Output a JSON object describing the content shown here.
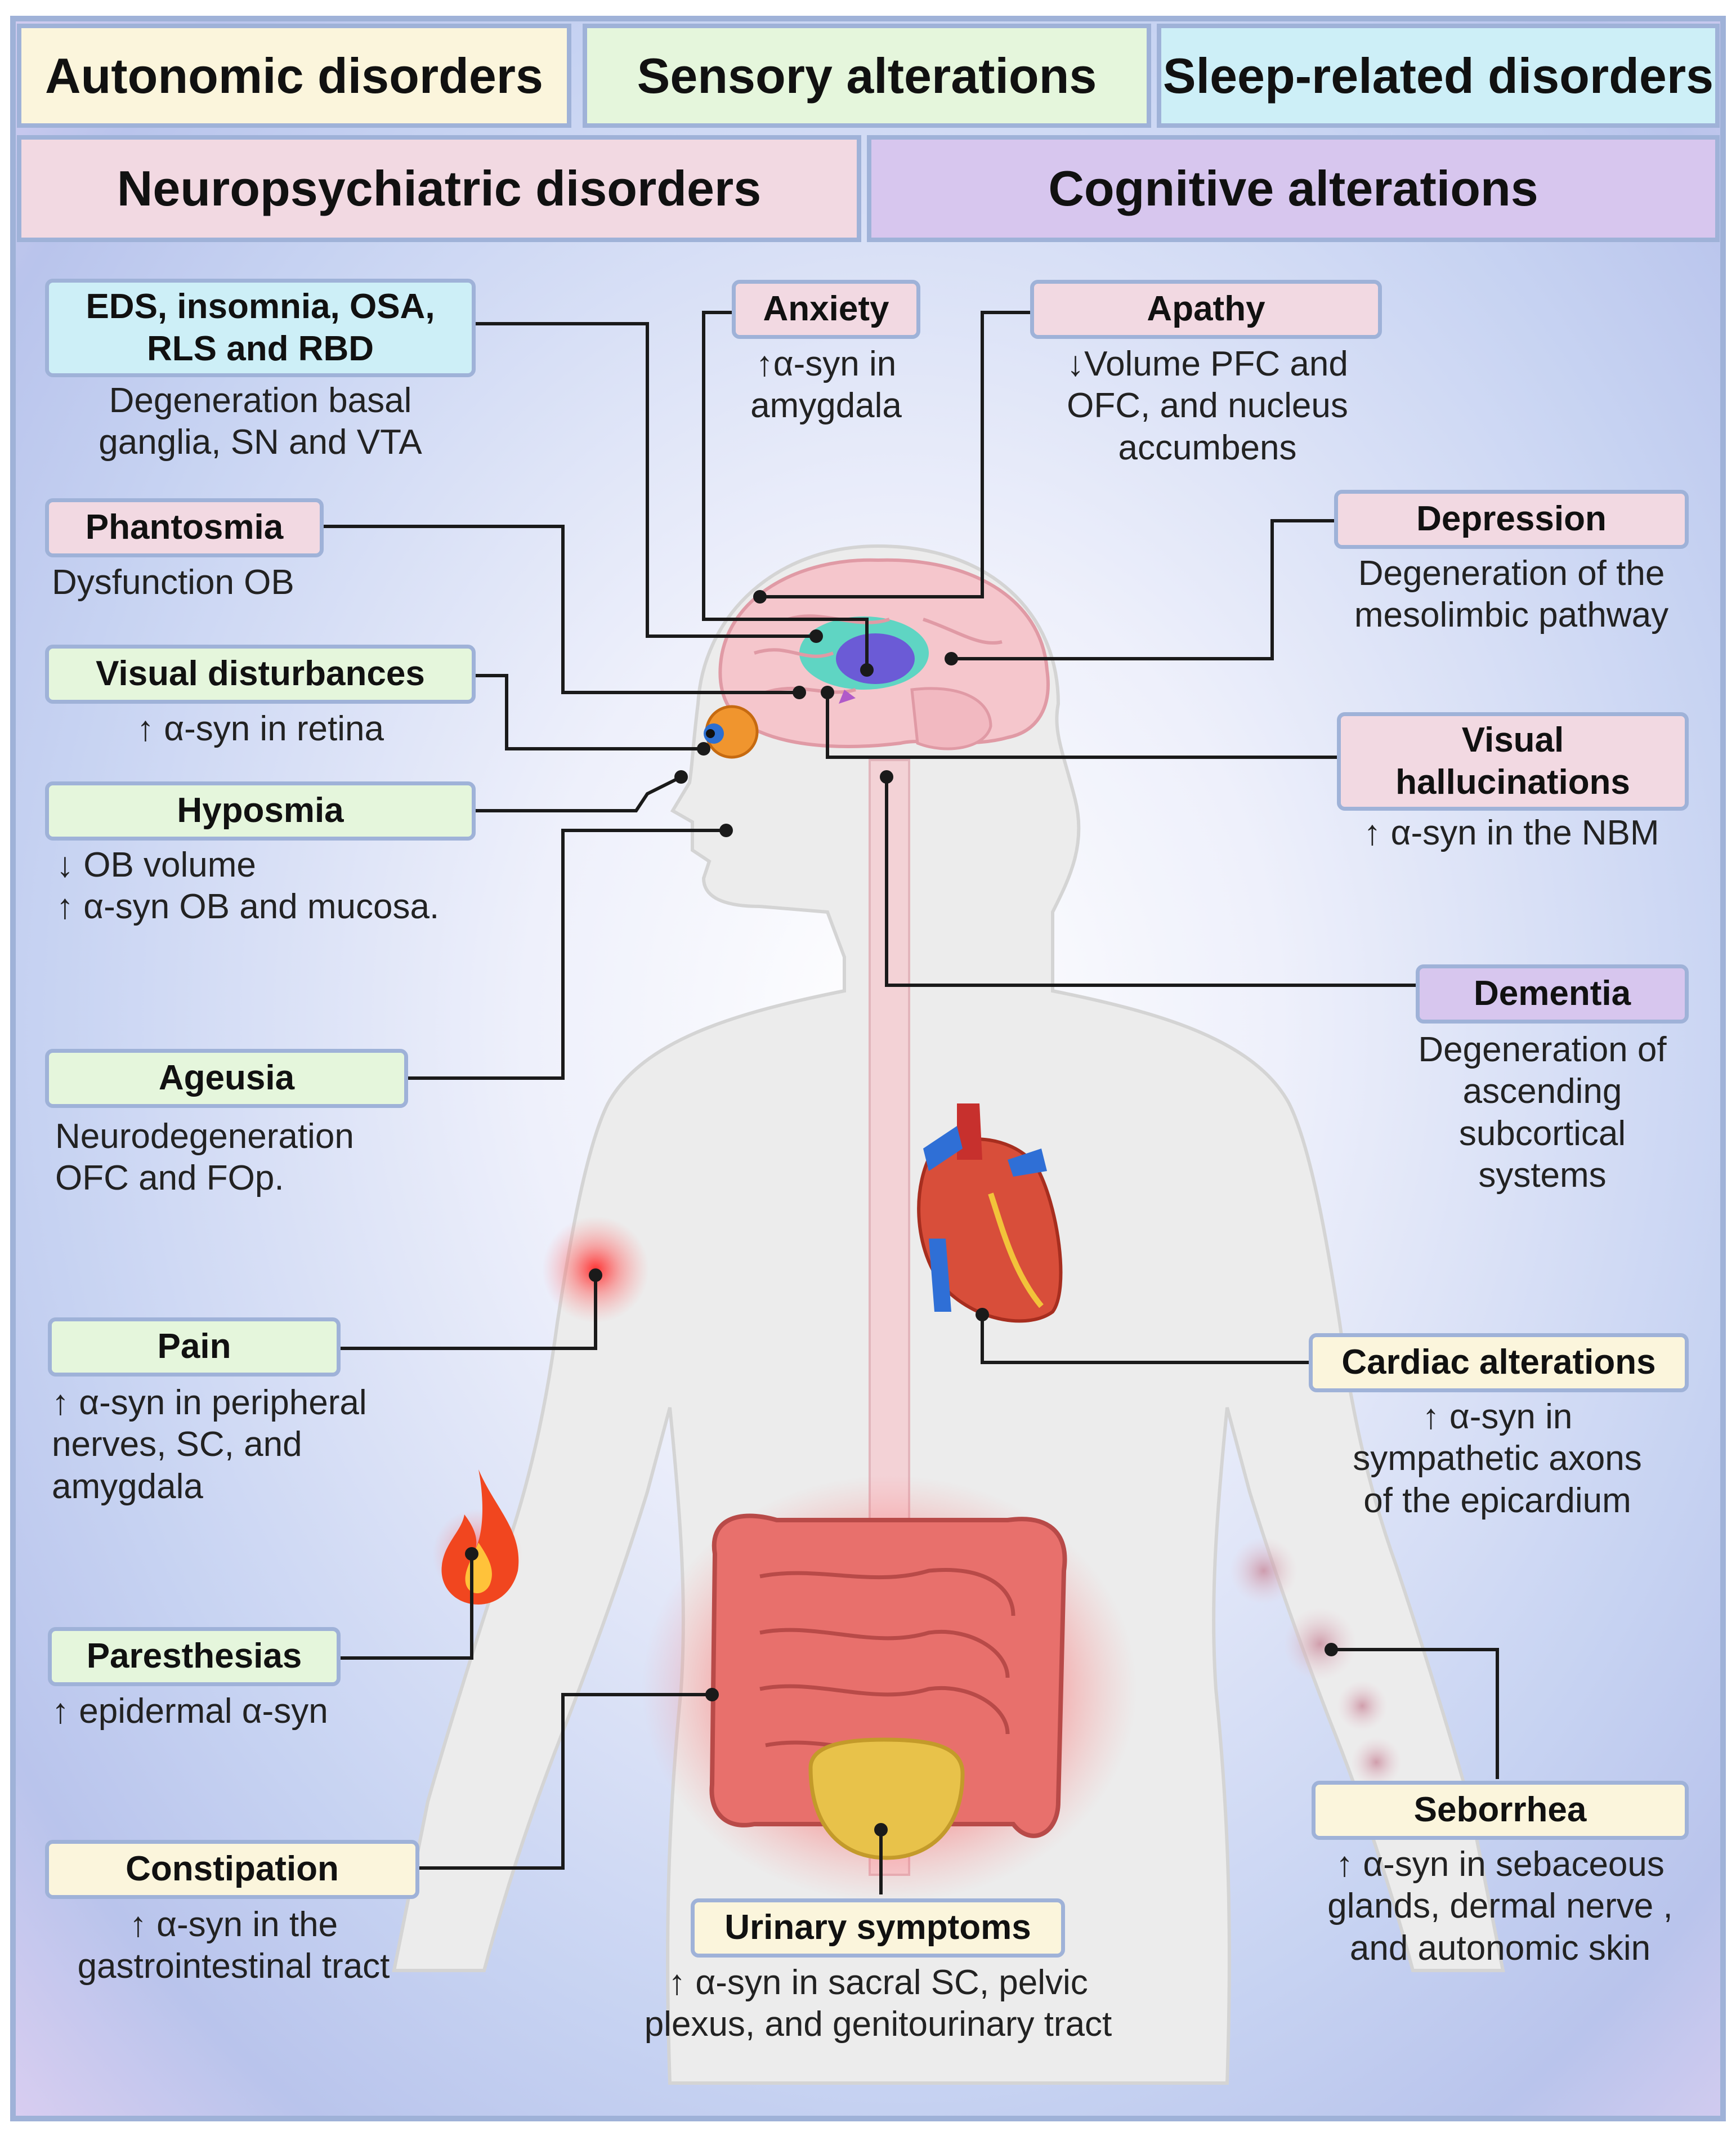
{
  "categories": {
    "autonomic": "Autonomic disorders",
    "sensory": "Sensory alterations",
    "sleep": "Sleep-related disorders",
    "neuropsychiatric": "Neuropsychiatric disorders",
    "cognitive": "Cognitive alterations"
  },
  "colors": {
    "autonomic": "#fbf5dc",
    "sensory": "#e5f6dc",
    "sleep": "#cdeff7",
    "neuropsychiatric": "#f2d9e2",
    "cognitive": "#d7c6ee",
    "border": "#9fb2d8"
  },
  "symptoms": {
    "eds": {
      "title": "EDS, insomnia, OSA,\nRLS and RBD",
      "desc": "Degeneration basal\nganglia, SN and VTA"
    },
    "phantosmia": {
      "title": "Phantosmia",
      "desc": "Dysfunction  OB"
    },
    "visual": {
      "title": "Visual disturbances",
      "desc": "↑ α-syn in retina"
    },
    "hyposmia": {
      "title": "Hyposmia",
      "desc": "↓ OB volume\n↑ α-syn OB and mucosa."
    },
    "ageusia": {
      "title": "Ageusia",
      "desc": "Neurodegeneration\nOFC and FOp."
    },
    "pain": {
      "title": "Pain",
      "desc": "↑ α-syn in peripheral\nnerves, SC, and\namygdala"
    },
    "paresthesias": {
      "title": "Paresthesias",
      "desc": "↑ epidermal α-syn"
    },
    "constipation": {
      "title": "Constipation",
      "desc": "↑ α-syn in the\ngastrointestinal tract"
    },
    "anxiety": {
      "title": "Anxiety",
      "desc": "↑α-syn in\namygdala"
    },
    "apathy": {
      "title": "Apathy",
      "desc": "↓Volume PFC and\nOFC, and nucleus\naccumbens"
    },
    "depression": {
      "title": "Depression",
      "desc": "Degeneration of the\nmesolimbic pathway"
    },
    "hallucinations": {
      "title": "Visual\nhallucinations",
      "desc": "↑ α-syn in the NBM"
    },
    "dementia": {
      "title": "Dementia",
      "desc": "Degeneration of\nascending\nsubcortical\nsystems"
    },
    "cardiac": {
      "title": "Cardiac alterations",
      "desc": "↑ α-syn in\nsympathetic axons\nof the epicardium"
    },
    "seborrhea": {
      "title": "Seborrhea",
      "desc": "↑ α-syn in sebaceous\nglands, dermal nerve ,\nand autonomic skin"
    },
    "urinary": {
      "title": "Urinary symptoms",
      "desc": "↑ α-syn in sacral SC, pelvic\nplexus, and genitourinary tract"
    }
  }
}
